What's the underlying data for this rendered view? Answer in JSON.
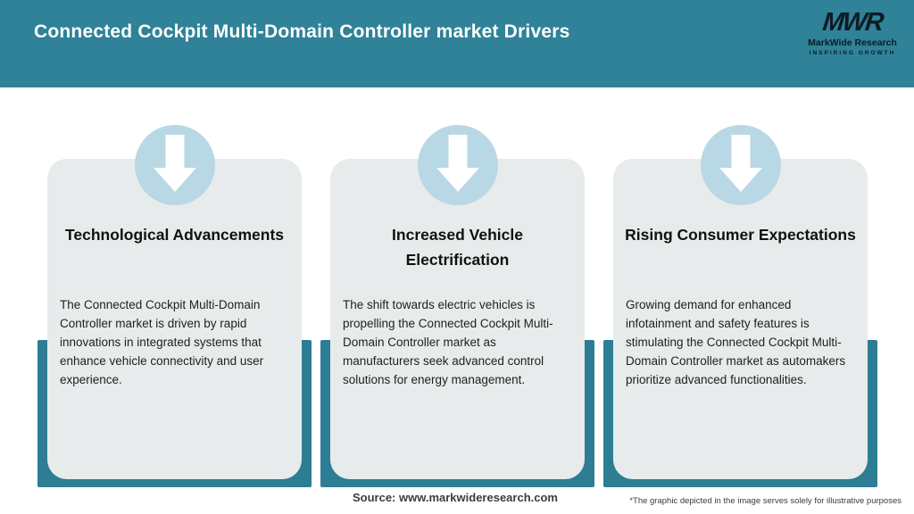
{
  "header": {
    "title": "Connected Cockpit Multi-Domain Controller market Drivers",
    "logo": {
      "acronym": "MWR",
      "name": "MarkWide Research",
      "tagline": "INSPIRING GROWTH"
    }
  },
  "cards": [
    {
      "title": "Technological Advancements",
      "body": "The Connected Cockpit Multi-Domain Controller market is driven by rapid innovations in integrated systems that enhance vehicle connectivity and user experience."
    },
    {
      "title": "Increased Vehicle\nElectrification",
      "body": "The shift towards electric vehicles is propelling the Connected Cockpit Multi-Domain Controller market as manufacturers seek advanced control solutions for energy management."
    },
    {
      "title": "Rising Consumer Expectations",
      "body": "Growing demand for enhanced infotainment and safety features is stimulating the Connected Cockpit Multi-Domain Controller market as automakers prioritize advanced functionalities."
    }
  ],
  "footer": {
    "source": "Source: www.markwideresearch.com",
    "disclaimer": "*The graphic depicted in the image serves solely for illustrative purposes"
  },
  "colors": {
    "header_bg": "#2f8298",
    "backing": "#2d7d94",
    "circle_bg": "#b8d8e5",
    "card_bg": "#e8ebec",
    "title_text": "#ffffff",
    "heading_text": "#111111",
    "body_text": "#212121",
    "footer_text": "#3c3c3c",
    "logo_ink": "#0e1b24"
  }
}
